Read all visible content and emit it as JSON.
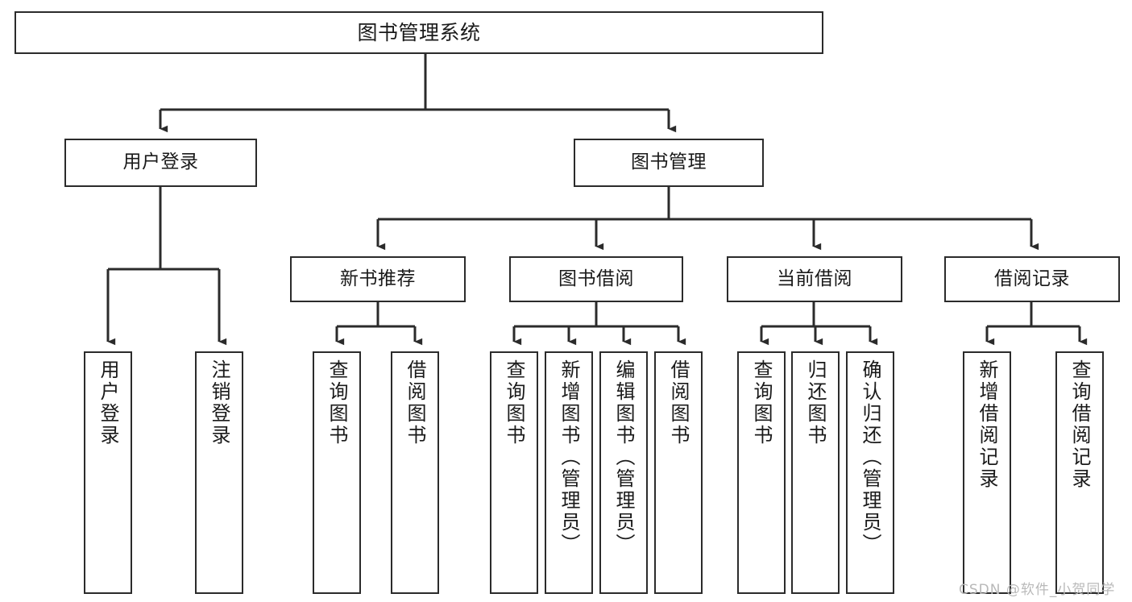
{
  "diagram": {
    "type": "tree-flowchart",
    "title_box": {
      "label": "图书管理系统"
    },
    "colors": {
      "background": "#ffffff",
      "box_border": "#2b2b2b",
      "box_fill": "#ffffff",
      "connector": "#2b2b2b",
      "text": "#1a1a1a",
      "watermark": "#b9b9b9"
    },
    "level2": [
      {
        "label": "用户登录"
      },
      {
        "label": "图书管理"
      }
    ],
    "level3": [
      {
        "label": "新书推荐"
      },
      {
        "label": "图书借阅"
      },
      {
        "label": "当前借阅"
      },
      {
        "label": "借阅记录"
      }
    ],
    "leaves": {
      "user_login": [
        {
          "label": "用户登录"
        },
        {
          "label": "注销登录"
        }
      ],
      "new_book_recommend": [
        {
          "label": "查询图书"
        },
        {
          "label": "借阅图书"
        }
      ],
      "book_borrow": [
        {
          "label": "查询图书"
        },
        {
          "label": "新增图书（管理员）"
        },
        {
          "label": "编辑图书（管理员）"
        },
        {
          "label": "借阅图书"
        }
      ],
      "current_borrow": [
        {
          "label": "查询图书"
        },
        {
          "label": "归还图书"
        },
        {
          "label": "确认归还（管理员）"
        }
      ],
      "borrow_record": [
        {
          "label": "新增借阅记录"
        },
        {
          "label": "查询借阅记录"
        }
      ]
    },
    "watermark": {
      "text": "CSDN @软件_小贺同学"
    }
  }
}
